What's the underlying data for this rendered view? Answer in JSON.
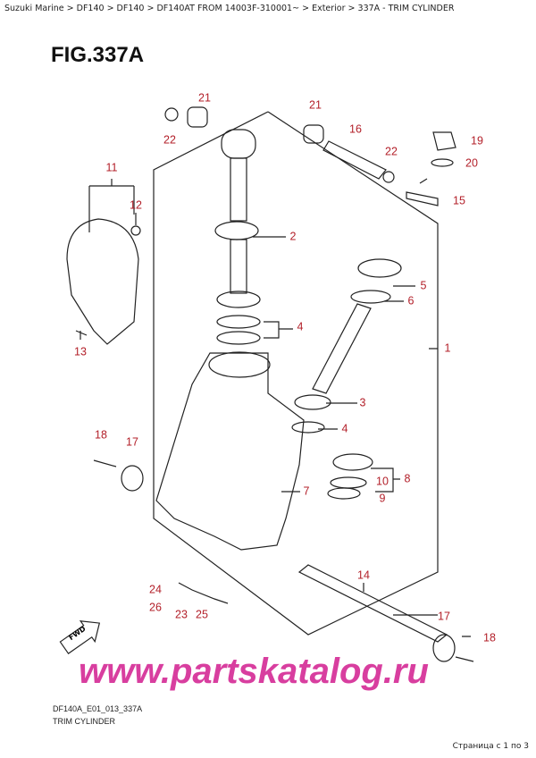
{
  "breadcrumb": "Suzuki Marine > DF140 > DF140 > DF140AT FROM 14003F-310001~ > Exterior > 337A - TRIM CYLINDER",
  "figure_title": "FIG.337A",
  "part_labels": [
    "21",
    "22",
    "21",
    "16",
    "22",
    "19",
    "20",
    "15",
    "11",
    "12",
    "13",
    "2",
    "5",
    "6",
    "1",
    "4",
    "3",
    "4",
    "18",
    "17",
    "8",
    "10",
    "9",
    "7",
    "14",
    "24",
    "26",
    "23",
    "25",
    "17",
    "18"
  ],
  "watermark": "www.partskatalog.ru",
  "fwd_label": "FWD",
  "drawing_code": "DF140A_E01_013_337A",
  "caption": "TRIM CYLINDER",
  "pagination": "Страница с 1 по 3",
  "colors": {
    "label": "#b3202a",
    "watermark": "#d21d8f"
  }
}
